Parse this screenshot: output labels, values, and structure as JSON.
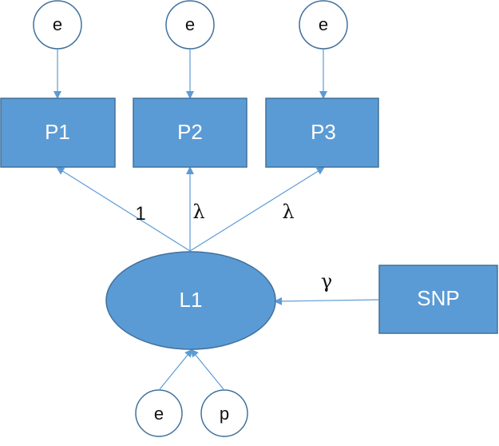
{
  "colors": {
    "box_fill": "#5B9BD5",
    "box_stroke": "#41719C",
    "arrow": "#5B9BD5",
    "circle_stroke": "#41719C",
    "text_dark": "#111111",
    "text_light": "#FFFFFF"
  },
  "nodes": {
    "error_p1": "e",
    "error_p2": "e",
    "error_p3": "e",
    "p1": "P1",
    "p2": "P2",
    "p3": "P3",
    "latent": "L1",
    "snp": "SNP",
    "error_latent": "e",
    "p_latent": "p"
  },
  "edge_labels": {
    "loading_p1": "1",
    "loading_p2": "λ",
    "loading_p3": "λ",
    "snp_effect": "γ"
  }
}
